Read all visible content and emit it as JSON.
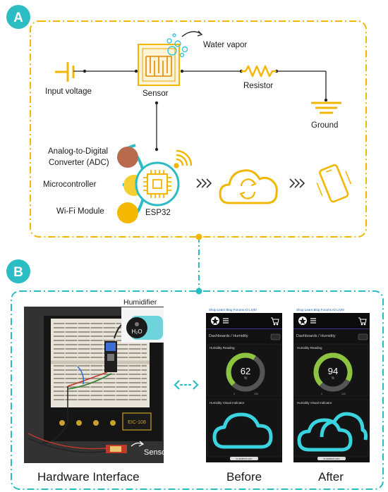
{
  "panel_a": {
    "badge": "A",
    "labels": {
      "input_voltage": "Input voltage",
      "sensor": "Sensor",
      "water_vapor": "Water vapor",
      "resistor": "Resistor",
      "ground": "Ground",
      "adc_line1": "Analog-to-Digital",
      "adc_line2": "Converter (ADC)",
      "microcontroller": "Microcontroller",
      "wifi_module": "Wi-Fi Module",
      "esp32": "ESP32"
    }
  },
  "panel_b": {
    "badge": "B",
    "humidifier": "Humidifier",
    "h2o": "H₂O",
    "sensor": "Sensor",
    "board_label": "EIC-108",
    "captions": {
      "hardware": "Hardware Interface",
      "before": "Before",
      "after": "After"
    },
    "dashboard": {
      "nav": [
        "Shop",
        "Learn",
        "Blog",
        "Forums",
        "IO",
        "LIVE!"
      ],
      "title": "Dashboards / Humidity",
      "reading_label": "Humidity Reading",
      "visual_label": "Humidity Visual Indicator",
      "unit": "%",
      "scale_min": "0",
      "scale_max": "100",
      "url": "io.adafruit.com"
    },
    "before": {
      "value": "62",
      "fraction": 0.62
    },
    "after": {
      "value": "94",
      "fraction": 0.94
    }
  },
  "colors": {
    "accent_yellow": "#f2b705",
    "teal": "#2bbcc4",
    "adc": "#b86a4e",
    "micro": "#f4cf2f",
    "wifi": "#f5b800",
    "gauge_green": "#8cc43f",
    "cloud_cyan": "#39d4e0"
  }
}
